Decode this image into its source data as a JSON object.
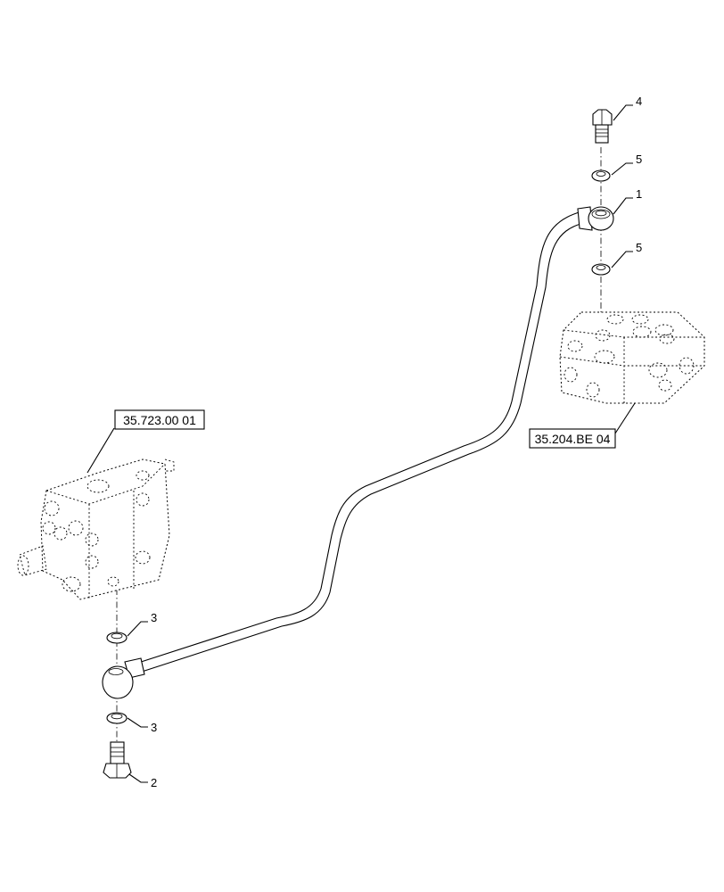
{
  "callouts": {
    "c1": "1",
    "c2": "2",
    "c3a": "3",
    "c3b": "3",
    "c4": "4",
    "c5a": "5",
    "c5b": "5"
  },
  "references": {
    "left": "35.723.00 01",
    "right": "35.204.BE 04"
  }
}
